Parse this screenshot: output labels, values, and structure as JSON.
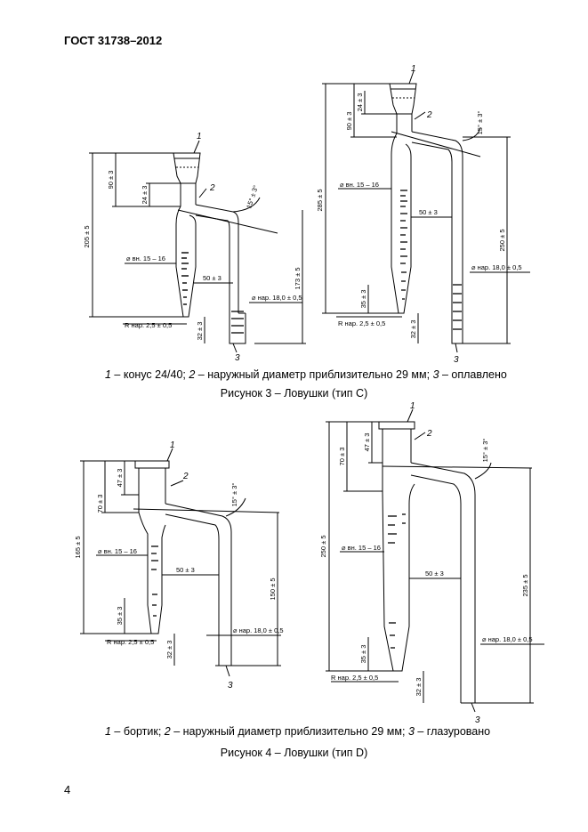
{
  "header": {
    "doc_id": "ГОСТ 31738–2012"
  },
  "page_number": "4",
  "figure3": {
    "legend": {
      "n1": "1",
      "t1": " – конус 24/40; ",
      "n2": "2",
      "t2": " – наружный диаметр приблизительно 29 мм; ",
      "n3": "3",
      "t3": " – оплавлено"
    },
    "caption": "Рисунок 3 – Ловушки (тип С)",
    "left": {
      "callouts": [
        "1",
        "2",
        "3"
      ],
      "dims": {
        "total": "205 ± 5",
        "upper": "90 ± 3",
        "neck": "24 ± 3",
        "angle": "15° ± 3°",
        "inner_d": "⌀ вн. 15 – 16",
        "spacing": "50 ± 3",
        "outer_d": "⌀ нар. 18,0 ± 0,5",
        "right_h": "173 ± 5",
        "radius": "R нар. 2,5 ± 0,5",
        "bottom": "32 ± 3"
      }
    },
    "right": {
      "callouts": [
        "1",
        "2",
        "3"
      ],
      "dims": {
        "total": "285 ± 5",
        "upper": "90 ± 3",
        "neck": "24 ± 3",
        "angle": "15° ± 3°",
        "inner_d": "⌀ вн. 15 – 16",
        "spacing": "50 ± 3",
        "outer_d": "⌀ нар. 18,0 ± 0,5",
        "right_h": "250 ± 5",
        "tip": "35 ± 3",
        "radius": "R нар. 2,5 ± 0,5",
        "bottom": "32 ± 3"
      }
    }
  },
  "figure4": {
    "legend": {
      "n1": "1",
      "t1": " – бортик; ",
      "n2": "2",
      "t2": " – наружный диаметр приблизительно 29 мм; ",
      "n3": "3",
      "t3": " – глазуровано"
    },
    "caption": "Рисунок 4 – Ловушки (тип D)",
    "left": {
      "callouts": [
        "1",
        "2",
        "3"
      ],
      "dims": {
        "total": "165 ± 5",
        "upper": "70 ± 3",
        "neck": "47 ± 3",
        "angle": "15° ± 3°",
        "inner_d": "⌀ вн. 15 – 16",
        "spacing": "50 ± 3",
        "right_h": "150 ± 5",
        "tip": "35 ± 3",
        "radius": "R нар. 2,5 ± 0,5",
        "outer_d": "⌀ нар. 18,0 ± 0,5",
        "bottom": "32 ± 3"
      }
    },
    "right": {
      "callouts": [
        "1",
        "2",
        "3"
      ],
      "dims": {
        "total": "250 ± 5",
        "upper": "70 ± 3",
        "neck": "47 ± 3",
        "angle": "15° ± 3°",
        "inner_d": "⌀ вн. 15 – 16",
        "spacing": "50 ± 3",
        "right_h": "235 ± 5",
        "tip": "35 ± 3",
        "outer_d": "⌀ нар. 18,0 ± 0,5",
        "radius": "R нар. 2,5 ± 0,5",
        "bottom": "32 ± 3"
      }
    }
  }
}
